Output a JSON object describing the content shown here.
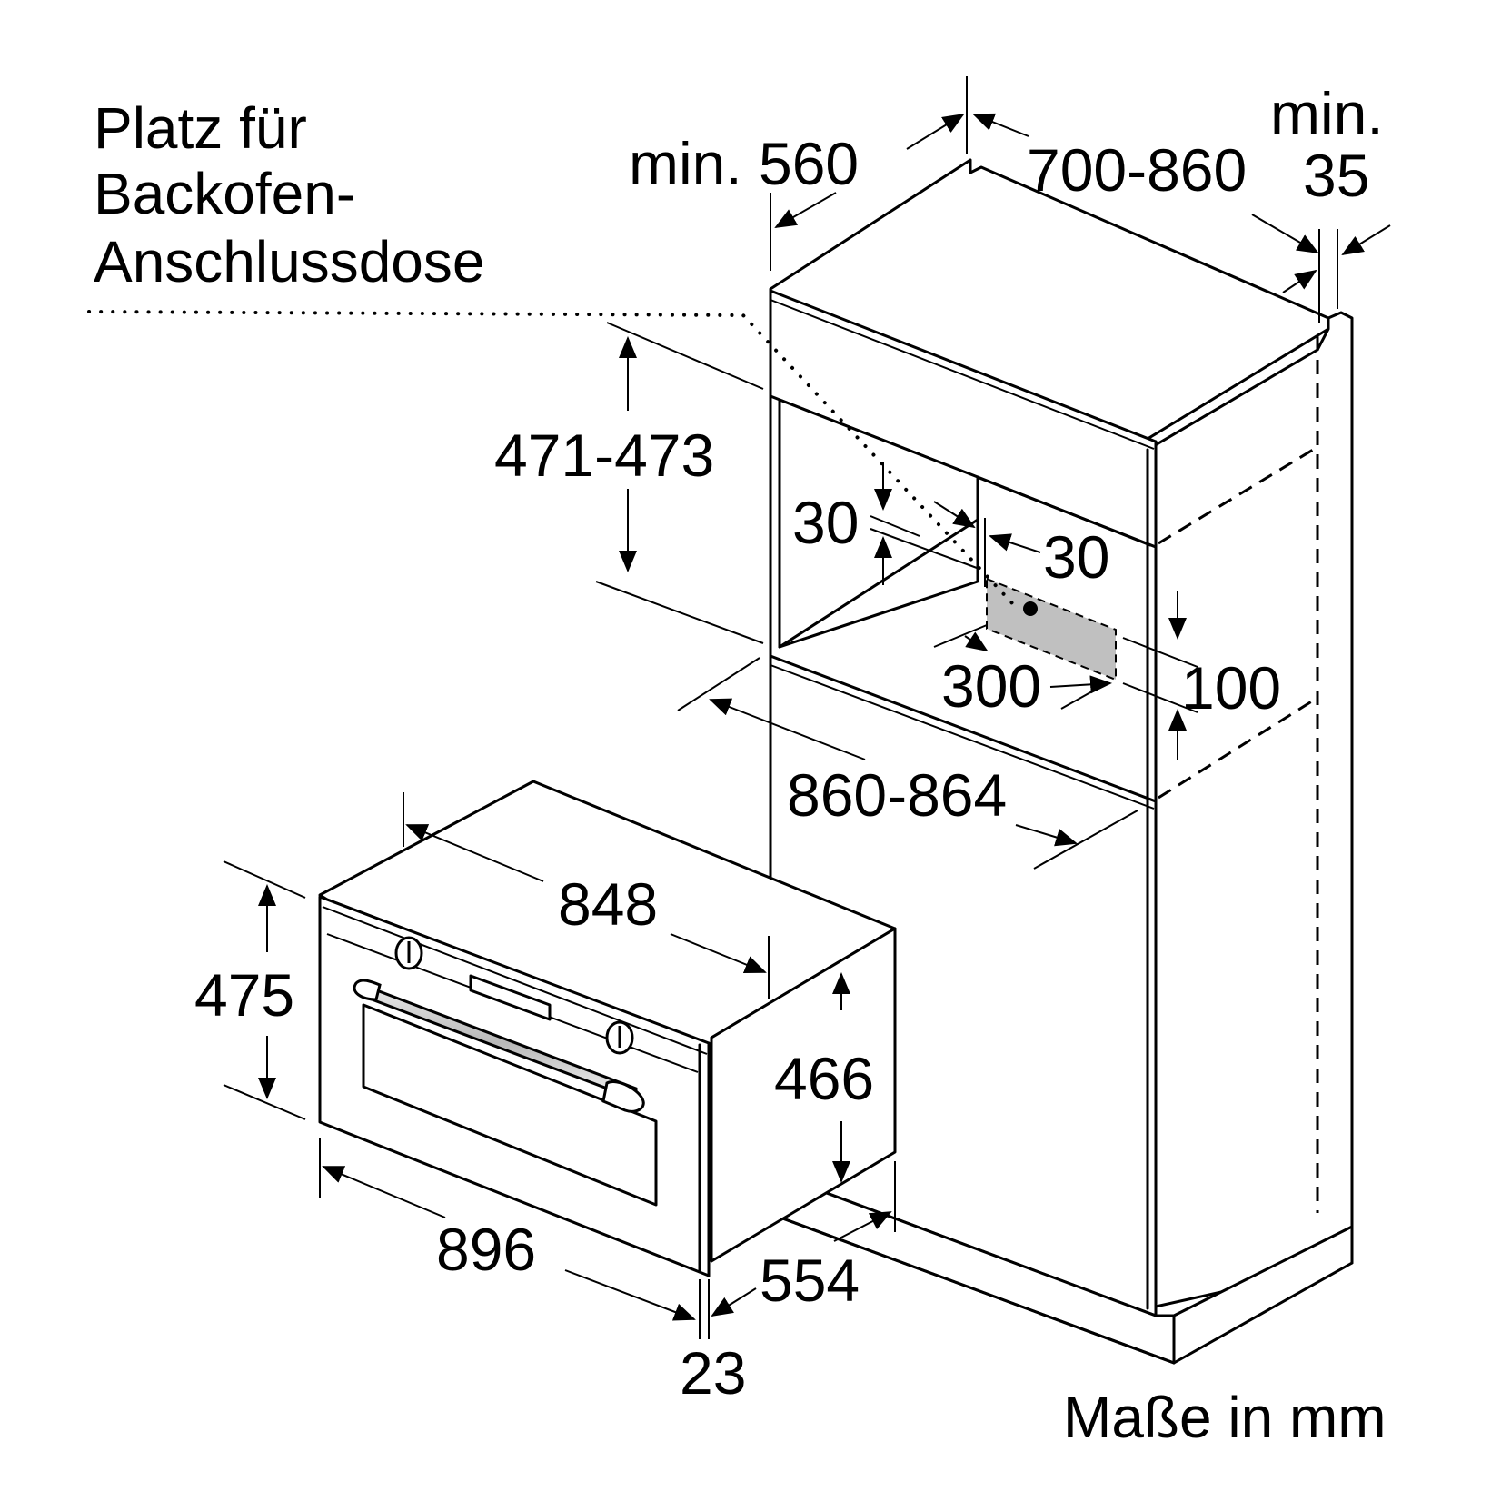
{
  "note": {
    "line1": "Platz für",
    "line2": "Backofen-",
    "line3": "Anschlussdose"
  },
  "footer": "Maße in mm",
  "dimensions": {
    "min_label": "min.",
    "min_560": "min. 560",
    "depth_700_860": "700-860",
    "min_35_value": "35",
    "niche_height": "471-473",
    "socket_top": "30",
    "socket_side": "30",
    "socket_width": "300",
    "socket_height": "100",
    "niche_width": "860-864",
    "oven_body_width": "848",
    "oven_height": "475",
    "oven_body_height": "466",
    "oven_width": "896",
    "oven_depth": "554",
    "front_thickness": "23"
  },
  "colors": {
    "line": "#000000",
    "socket_area": "#c0c0c0",
    "background": "#ffffff"
  }
}
